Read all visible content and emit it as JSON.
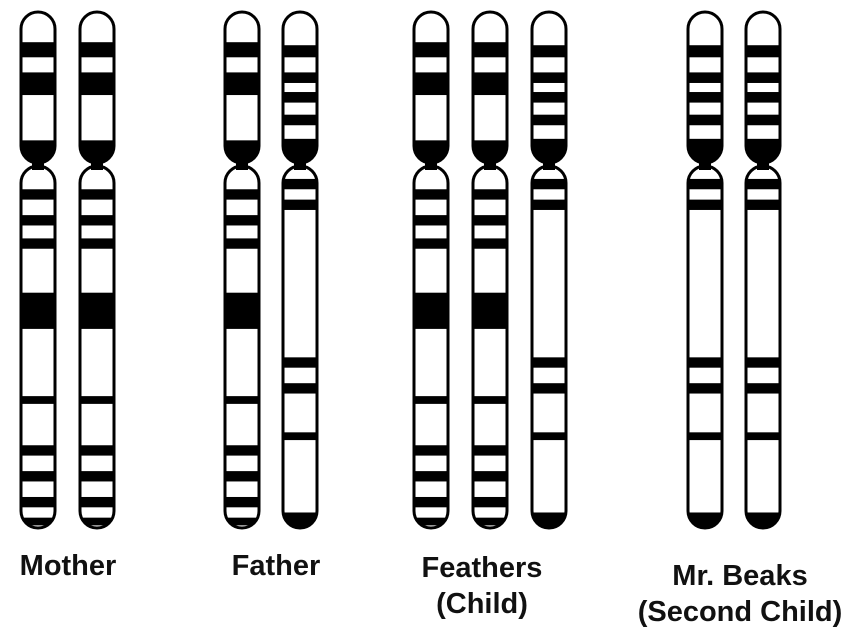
{
  "colors": {
    "stroke": "#000000",
    "fill": "#ffffff",
    "band": "#000000",
    "text": "#111111"
  },
  "individuals": [
    {
      "name": "Mother",
      "label_lines": [
        "Mother"
      ],
      "chromosomes": [
        {
          "p_bands": [
            [
              0.2,
              0.3
            ],
            [
              0.4,
              0.55
            ],
            [
              0.85,
              1.0
            ]
          ],
          "q_bands": [
            [
              0.09,
              0.13
            ],
            [
              0.19,
              0.23
            ],
            [
              0.28,
              0.32
            ],
            [
              0.49,
              0.63
            ],
            [
              0.89,
              0.92
            ],
            [
              1.08,
              1.12
            ],
            [
              1.18,
              1.22
            ],
            [
              1.28,
              1.32
            ],
            [
              1.36,
              1.39
            ]
          ]
        },
        {
          "p_bands": [
            [
              0.2,
              0.3
            ],
            [
              0.4,
              0.55
            ],
            [
              0.85,
              1.0
            ]
          ],
          "q_bands": [
            [
              0.09,
              0.13
            ],
            [
              0.19,
              0.23
            ],
            [
              0.28,
              0.32
            ],
            [
              0.49,
              0.63
            ],
            [
              0.89,
              0.92
            ],
            [
              1.08,
              1.12
            ],
            [
              1.18,
              1.22
            ],
            [
              1.28,
              1.32
            ],
            [
              1.36,
              1.39
            ]
          ]
        }
      ]
    },
    {
      "name": "Father",
      "label_lines": [
        "Father"
      ],
      "chromosomes": [
        {
          "p_bands": [
            [
              0.2,
              0.3
            ],
            [
              0.4,
              0.55
            ],
            [
              0.85,
              1.0
            ]
          ],
          "q_bands": [
            [
              0.09,
              0.13
            ],
            [
              0.19,
              0.23
            ],
            [
              0.28,
              0.32
            ],
            [
              0.49,
              0.63
            ],
            [
              0.89,
              0.92
            ],
            [
              1.08,
              1.12
            ],
            [
              1.18,
              1.22
            ],
            [
              1.28,
              1.32
            ],
            [
              1.36,
              1.39
            ]
          ]
        },
        {
          "p_bands": [
            [
              0.22,
              0.3
            ],
            [
              0.4,
              0.47
            ],
            [
              0.53,
              0.6
            ],
            [
              0.68,
              0.75
            ],
            [
              0.84,
              1.0
            ]
          ],
          "q_bands": [
            [
              0.05,
              0.09
            ],
            [
              0.13,
              0.17
            ],
            [
              0.74,
              0.78
            ],
            [
              0.84,
              0.88
            ],
            [
              1.03,
              1.06
            ],
            [
              1.34,
              1.4
            ]
          ]
        }
      ]
    },
    {
      "name": "Feathers (Child)",
      "label_lines": [
        "Feathers",
        "(Child)"
      ],
      "chromosomes": [
        {
          "p_bands": [
            [
              0.2,
              0.3
            ],
            [
              0.4,
              0.55
            ],
            [
              0.85,
              1.0
            ]
          ],
          "q_bands": [
            [
              0.09,
              0.13
            ],
            [
              0.19,
              0.23
            ],
            [
              0.28,
              0.32
            ],
            [
              0.49,
              0.63
            ],
            [
              0.89,
              0.92
            ],
            [
              1.08,
              1.12
            ],
            [
              1.18,
              1.22
            ],
            [
              1.28,
              1.32
            ],
            [
              1.36,
              1.39
            ]
          ]
        },
        {
          "p_bands": [
            [
              0.2,
              0.3
            ],
            [
              0.4,
              0.55
            ],
            [
              0.85,
              1.0
            ]
          ],
          "q_bands": [
            [
              0.09,
              0.13
            ],
            [
              0.19,
              0.23
            ],
            [
              0.28,
              0.32
            ],
            [
              0.49,
              0.63
            ],
            [
              0.89,
              0.92
            ],
            [
              1.08,
              1.12
            ],
            [
              1.18,
              1.22
            ],
            [
              1.28,
              1.32
            ],
            [
              1.36,
              1.39
            ]
          ]
        },
        {
          "p_bands": [
            [
              0.22,
              0.3
            ],
            [
              0.4,
              0.47
            ],
            [
              0.53,
              0.6
            ],
            [
              0.68,
              0.75
            ],
            [
              0.84,
              1.0
            ]
          ],
          "q_bands": [
            [
              0.05,
              0.09
            ],
            [
              0.13,
              0.17
            ],
            [
              0.74,
              0.78
            ],
            [
              0.84,
              0.88
            ],
            [
              1.03,
              1.06
            ],
            [
              1.34,
              1.4
            ]
          ]
        }
      ]
    },
    {
      "name": "Mr. Beaks (Second Child)",
      "label_lines": [
        "Mr. Beaks",
        "(Second Child)"
      ],
      "chromosomes": [
        {
          "p_bands": [
            [
              0.22,
              0.3
            ],
            [
              0.4,
              0.47
            ],
            [
              0.53,
              0.6
            ],
            [
              0.68,
              0.75
            ],
            [
              0.84,
              1.0
            ]
          ],
          "q_bands": [
            [
              0.05,
              0.09
            ],
            [
              0.13,
              0.17
            ],
            [
              0.74,
              0.78
            ],
            [
              0.84,
              0.88
            ],
            [
              1.03,
              1.06
            ],
            [
              1.34,
              1.4
            ]
          ]
        },
        {
          "p_bands": [
            [
              0.22,
              0.3
            ],
            [
              0.4,
              0.47
            ],
            [
              0.53,
              0.6
            ],
            [
              0.68,
              0.75
            ],
            [
              0.84,
              1.0
            ]
          ],
          "q_bands": [
            [
              0.05,
              0.09
            ],
            [
              0.13,
              0.17
            ],
            [
              0.74,
              0.78
            ],
            [
              0.84,
              0.88
            ],
            [
              1.03,
              1.06
            ],
            [
              1.34,
              1.4
            ]
          ]
        }
      ]
    }
  ]
}
